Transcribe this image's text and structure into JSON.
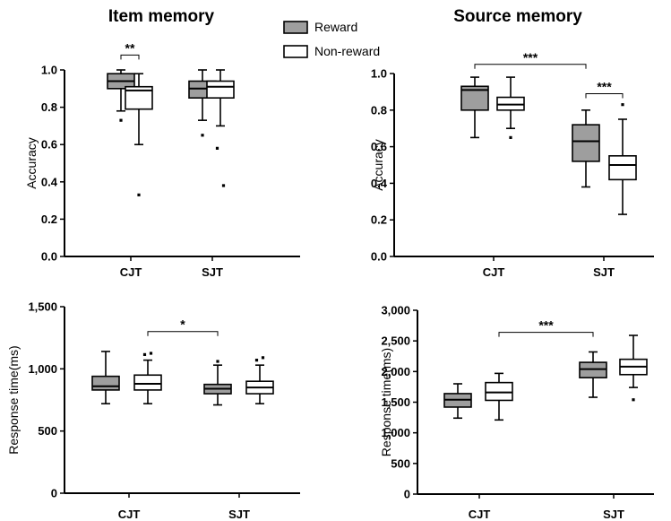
{
  "legend": {
    "items": [
      {
        "label": "Reward",
        "fill": "#9e9e9e"
      },
      {
        "label": "Non-reward",
        "fill": "#ffffff"
      }
    ]
  },
  "colors": {
    "reward": "#9e9e9e",
    "nonreward": "#ffffff",
    "stroke": "#000000"
  },
  "chart_data": [
    {
      "type": "box",
      "title": "Item memory",
      "ylabel": "Accuracy",
      "ylim": [
        0,
        1.0
      ],
      "yticks": [
        0.0,
        0.2,
        0.4,
        0.6,
        0.8,
        1.0
      ],
      "ytick_labels": [
        "0.0",
        "0.2",
        "0.4",
        "0.6",
        "0.8",
        "1.0"
      ],
      "categories": [
        "CJT",
        "SJT"
      ],
      "series": [
        {
          "name": "Reward",
          "boxes": [
            {
              "min": 0.78,
              "q1": 0.9,
              "median": 0.94,
              "q3": 0.98,
              "max": 1.0,
              "outliers": [
                0.73
              ]
            },
            {
              "min": 0.73,
              "q1": 0.85,
              "median": 0.9,
              "q3": 0.94,
              "max": 1.0,
              "outliers": [
                0.65
              ]
            }
          ]
        },
        {
          "name": "Non-reward",
          "boxes": [
            {
              "min": 0.6,
              "q1": 0.79,
              "median": 0.89,
              "q3": 0.91,
              "max": 0.98,
              "outliers": [
                0.33
              ]
            },
            {
              "min": 0.7,
              "q1": 0.85,
              "median": 0.91,
              "q3": 0.94,
              "max": 1.0,
              "outliers": [
                0.58,
                0.38
              ]
            }
          ]
        }
      ],
      "significance": [
        {
          "label": "**",
          "from": [
            0,
            0
          ],
          "to": [
            0,
            1
          ],
          "y": 1.08
        }
      ]
    },
    {
      "type": "box",
      "title": "Source memory",
      "ylabel": "Accuracy",
      "ylim": [
        0,
        1.0
      ],
      "yticks": [
        0.0,
        0.2,
        0.4,
        0.6,
        0.8,
        1.0
      ],
      "ytick_labels": [
        "0.0",
        "0.2",
        "0.4",
        "0.6",
        "0.8",
        "1.0"
      ],
      "categories": [
        "CJT",
        "SJT"
      ],
      "series": [
        {
          "name": "Reward",
          "boxes": [
            {
              "min": 0.65,
              "q1": 0.8,
              "median": 0.91,
              "q3": 0.93,
              "max": 0.98,
              "outliers": []
            },
            {
              "min": 0.38,
              "q1": 0.52,
              "median": 0.63,
              "q3": 0.72,
              "max": 0.8,
              "outliers": []
            }
          ]
        },
        {
          "name": "Non-reward",
          "boxes": [
            {
              "min": 0.7,
              "q1": 0.8,
              "median": 0.83,
              "q3": 0.87,
              "max": 0.98,
              "outliers": [
                0.65
              ]
            },
            {
              "min": 0.23,
              "q1": 0.42,
              "median": 0.5,
              "q3": 0.55,
              "max": 0.75,
              "outliers": [
                0.83
              ]
            }
          ]
        }
      ],
      "significance": [
        {
          "label": "***",
          "from": [
            0,
            0
          ],
          "to": [
            1,
            0
          ],
          "y": 1.05
        },
        {
          "label": "***",
          "from": [
            1,
            0
          ],
          "to": [
            1,
            1
          ],
          "y": 0.89
        }
      ]
    },
    {
      "type": "box",
      "title": "",
      "ylabel": "Response time(ms)",
      "ylim": [
        0,
        1500
      ],
      "yticks": [
        0,
        500,
        1000,
        1500
      ],
      "ytick_labels": [
        "0",
        "500",
        "1,000",
        "1,500"
      ],
      "categories": [
        "CJT",
        "SJT"
      ],
      "series": [
        {
          "name": "Reward",
          "boxes": [
            {
              "min": 720,
              "q1": 830,
              "median": 860,
              "q3": 940,
              "max": 1140,
              "outliers": []
            },
            {
              "min": 710,
              "q1": 800,
              "median": 840,
              "q3": 875,
              "max": 1030,
              "outliers": [
                1060
              ]
            }
          ]
        },
        {
          "name": "Non-reward",
          "boxes": [
            {
              "min": 720,
              "q1": 830,
              "median": 880,
              "q3": 950,
              "max": 1070,
              "outliers": [
                1115,
                1125
              ]
            },
            {
              "min": 720,
              "q1": 800,
              "median": 850,
              "q3": 900,
              "max": 1030,
              "outliers": [
                1070,
                1090
              ]
            }
          ]
        }
      ],
      "significance": [
        {
          "label": "*",
          "from": [
            0,
            1
          ],
          "to": [
            1,
            0
          ],
          "y": 1300
        }
      ]
    },
    {
      "type": "box",
      "title": "",
      "ylabel": "Response time(ms)",
      "ylim": [
        0,
        3000
      ],
      "yticks": [
        0,
        500,
        1000,
        1500,
        2000,
        2500,
        3000
      ],
      "ytick_labels": [
        "0",
        "500",
        "1,000",
        "1,500",
        "2,000",
        "2,500",
        "3,000"
      ],
      "categories": [
        "CJT",
        "SJT"
      ],
      "series": [
        {
          "name": "Reward",
          "boxes": [
            {
              "min": 1240,
              "q1": 1420,
              "median": 1540,
              "q3": 1640,
              "max": 1800,
              "outliers": []
            },
            {
              "min": 1580,
              "q1": 1900,
              "median": 2040,
              "q3": 2150,
              "max": 2320,
              "outliers": []
            }
          ]
        },
        {
          "name": "Non-reward",
          "boxes": [
            {
              "min": 1210,
              "q1": 1530,
              "median": 1660,
              "q3": 1820,
              "max": 1970,
              "outliers": []
            },
            {
              "min": 1740,
              "q1": 1950,
              "median": 2080,
              "q3": 2200,
              "max": 2590,
              "outliers": [
                1540
              ]
            }
          ]
        }
      ],
      "significance": [
        {
          "label": "***",
          "from": [
            0,
            1
          ],
          "to": [
            1,
            0
          ],
          "y": 2640
        }
      ]
    }
  ]
}
